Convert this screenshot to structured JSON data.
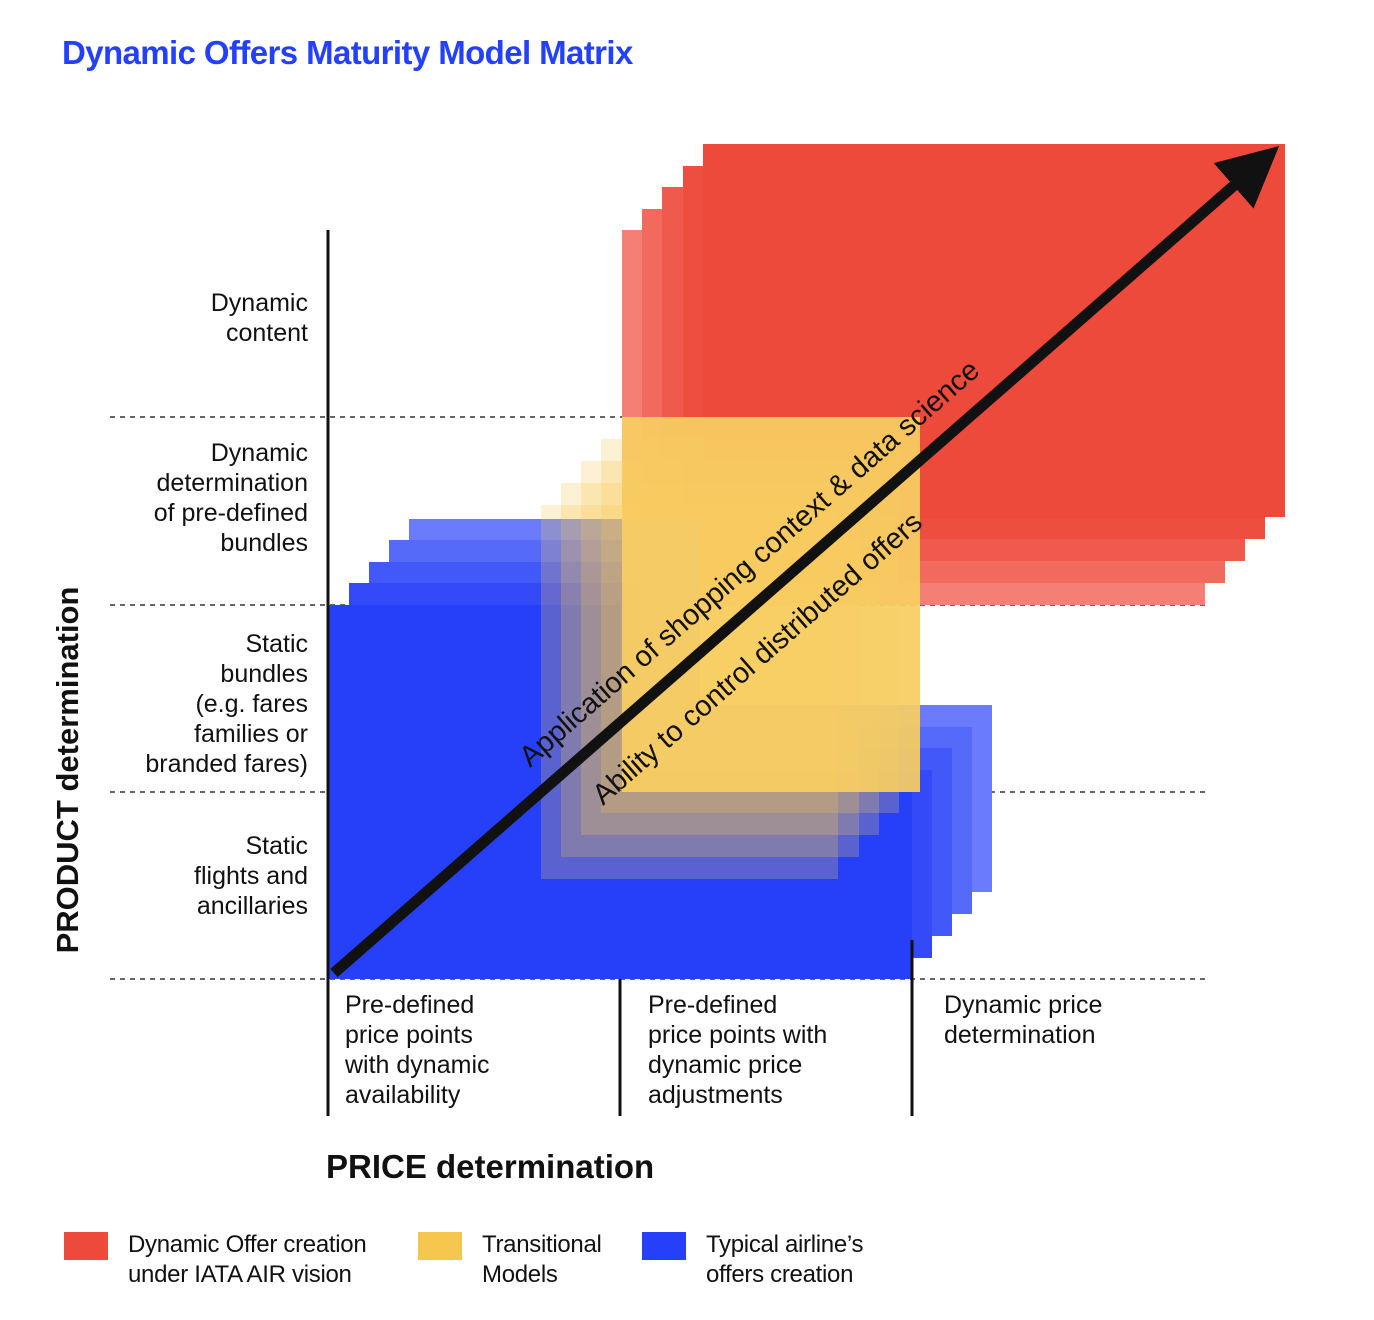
{
  "title": "Dynamic Offers Maturity Model Matrix",
  "axes": {
    "product": "PRODUCT determination",
    "price": "PRICE determination"
  },
  "rows": [
    {
      "lines": [
        "Dynamic",
        "content"
      ]
    },
    {
      "lines": [
        "Dynamic",
        "determination",
        "of pre-defined",
        "bundles"
      ]
    },
    {
      "lines": [
        "Static",
        "bundles",
        "(e.g. fares",
        "families or",
        "branded fares)"
      ]
    },
    {
      "lines": [
        "Static",
        "flights and",
        "ancillaries"
      ]
    }
  ],
  "columns": [
    {
      "lines": [
        "Pre-defined",
        "price points",
        "with dynamic",
        "availability"
      ]
    },
    {
      "lines": [
        "Pre-defined",
        "price points with",
        "dynamic price",
        "adjustments"
      ]
    },
    {
      "lines": [
        "Dynamic price",
        "determination"
      ]
    }
  ],
  "arrow": {
    "label_upper": "Application of shopping context & data science",
    "label_lower": "Ability to control distributed offers"
  },
  "colors": {
    "red": "#ee4a3b",
    "yellow": "#f7c64f",
    "blue": "#2540f8",
    "title": "#2340ff"
  },
  "legend": [
    {
      "color": "#ee4a3b",
      "lines": [
        "Dynamic Offer creation",
        "under IATA AIR vision"
      ]
    },
    {
      "color": "#f7c64f",
      "lines": [
        "Transitional",
        "Models"
      ]
    },
    {
      "color": "#2540f8",
      "lines": [
        "Typical airline’s",
        "offers creation"
      ]
    }
  ]
}
